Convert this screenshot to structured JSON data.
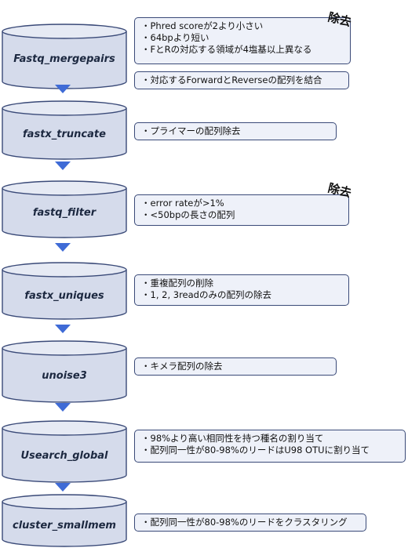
{
  "remove_label": "除去",
  "steps": [
    {
      "name": "Fastq_mergepairs",
      "notes": [
        [
          "・Phred scoreが2より小さい",
          "・64bpより短い",
          "・FとRの対応する領域が4塩基以上異なる"
        ],
        [
          "・対応するForwardとReverseの配列を結合"
        ]
      ]
    },
    {
      "name": "fastx_truncate",
      "notes": [
        [
          "・プライマーの配列除去"
        ]
      ]
    },
    {
      "name": "fastq_filter",
      "notes": [
        [
          "・error rateが>1%",
          "・<50bpの長さの配列"
        ]
      ]
    },
    {
      "name": "fastx_uniques",
      "notes": [
        [
          "・重複配列の削除",
          "・1, 2, 3readのみの配列の除去"
        ]
      ]
    },
    {
      "name": "unoise3",
      "notes": [
        [
          "・キメラ配列の除去"
        ]
      ]
    },
    {
      "name": "Usearch_global",
      "notes": [
        [
          "・98%より高い相同性を持つ種名の割り当て",
          "・配列同一性が80-98%のリードはU98 OTUに割り当て"
        ]
      ]
    },
    {
      "name": "cluster_smallmem",
      "notes": [
        [
          "・配列同一性が80-98%のリードをクラスタリング"
        ]
      ]
    }
  ],
  "colors": {
    "cylinder_fill": "#d5dbeb",
    "cylinder_stroke": "#3a4a78",
    "arrow": "#3f6bd6",
    "note_fill": "#eef1f9"
  }
}
